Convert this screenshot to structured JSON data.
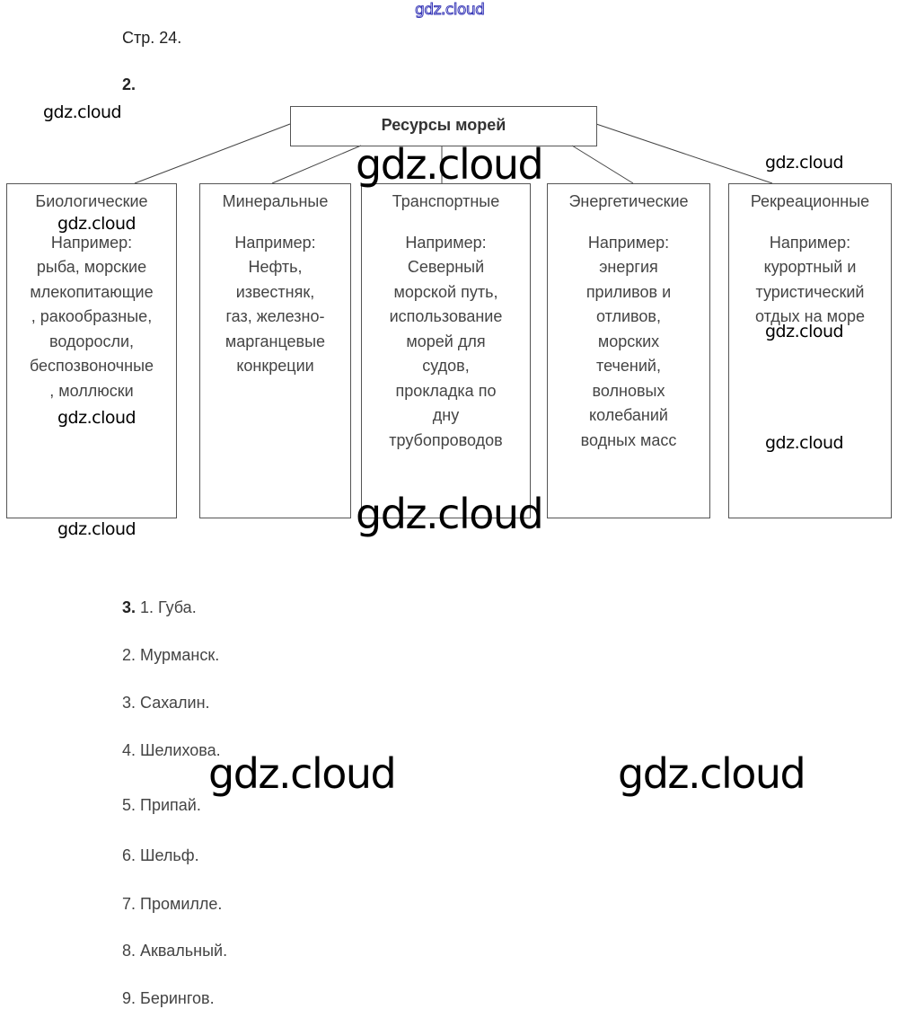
{
  "page_label": "Стр. 24.",
  "task2_label": "2.",
  "diagram": {
    "root": "Ресурсы морей",
    "categories": [
      {
        "title": "Биологические",
        "example_label": "Например:",
        "lines": [
          "рыба, морские",
          "млекопитающие",
          ", ракообразные,",
          "водоросли,",
          "беспозвоночные",
          ", моллюски"
        ]
      },
      {
        "title": "Минеральные",
        "example_label": "Например:",
        "lines": [
          "Нефть,",
          "известняк,",
          "газ, железно-",
          "марганцевые",
          "конкреции"
        ]
      },
      {
        "title": "Транспортные",
        "example_label": "Например:",
        "lines": [
          "Северный",
          "морской путь,",
          "использование",
          "морей для",
          "судов,",
          "прокладка по",
          "дну",
          "трубопроводов"
        ]
      },
      {
        "title": "Энергетические",
        "example_label": "Например:",
        "lines": [
          "энергия",
          "приливов и",
          "отливов,",
          "морских",
          "течений,",
          "волновых",
          "колебаний",
          "водных масс"
        ]
      },
      {
        "title": "Рекреационные",
        "example_label": "Например:",
        "lines": [
          "курортный и",
          "туристический",
          "отдых на море"
        ]
      }
    ]
  },
  "task3": {
    "label": "3.",
    "answers": [
      "1. Губа.",
      "2. Мурманск.",
      "3. Сахалин.",
      "4. Шелихова.",
      "5. Припай.",
      "6. Шельф.",
      "7. Промилле.",
      "8. Аквальный.",
      "9. Берингов."
    ]
  },
  "watermark": "gdz.cloud"
}
